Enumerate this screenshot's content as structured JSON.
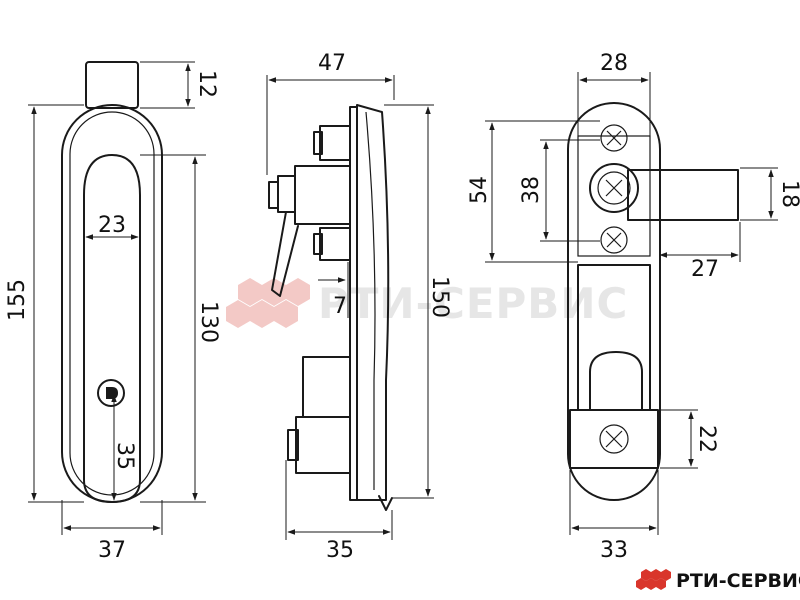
{
  "watermark": {
    "text": "РТИ-СЕРВИС"
  },
  "brand": {
    "text": "РТИ-СЕРВИС",
    "color": "#d9352b"
  },
  "front_view": {
    "dims": {
      "tab_height": "12",
      "overall_height": "155",
      "inner_height": "130",
      "handle_width": "23",
      "keyhole_offset": "35",
      "overall_width": "37"
    }
  },
  "side_view": {
    "dims": {
      "top_width": "47",
      "height": "150",
      "gap": "7",
      "bottom_width": "35"
    }
  },
  "back_view": {
    "dims": {
      "top_width": "28",
      "height_54": "54",
      "height_38": "38",
      "latch_height": "18",
      "latch_projection": "27",
      "bottom_block": "22",
      "bottom_width": "33"
    }
  }
}
